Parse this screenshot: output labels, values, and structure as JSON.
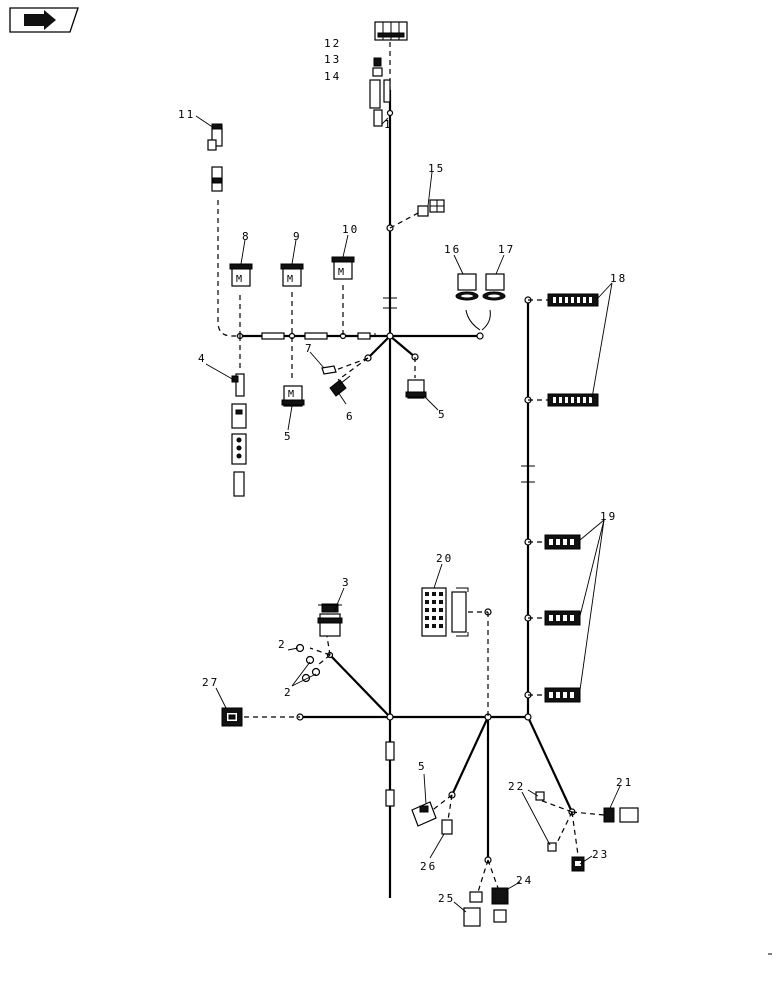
{
  "nav_icon": "book-arrow-icon",
  "callouts": {
    "c1": "1",
    "c2a": "2",
    "c2b": "2",
    "c3": "3",
    "c4": "4",
    "c5a": "5",
    "c5b": "5",
    "c5c": "5",
    "c6": "6",
    "c7": "7",
    "c8": "8",
    "c9": "9",
    "c10": "10",
    "c11": "11",
    "c12": "12",
    "c13": "13",
    "c14": "14",
    "c15": "15",
    "c16": "16",
    "c17": "17",
    "c18": "18",
    "c19": "19",
    "c20": "20",
    "c21": "21",
    "c22": "22",
    "c23": "23",
    "c24": "24",
    "c25": "25",
    "c26": "26",
    "c27": "27"
  }
}
